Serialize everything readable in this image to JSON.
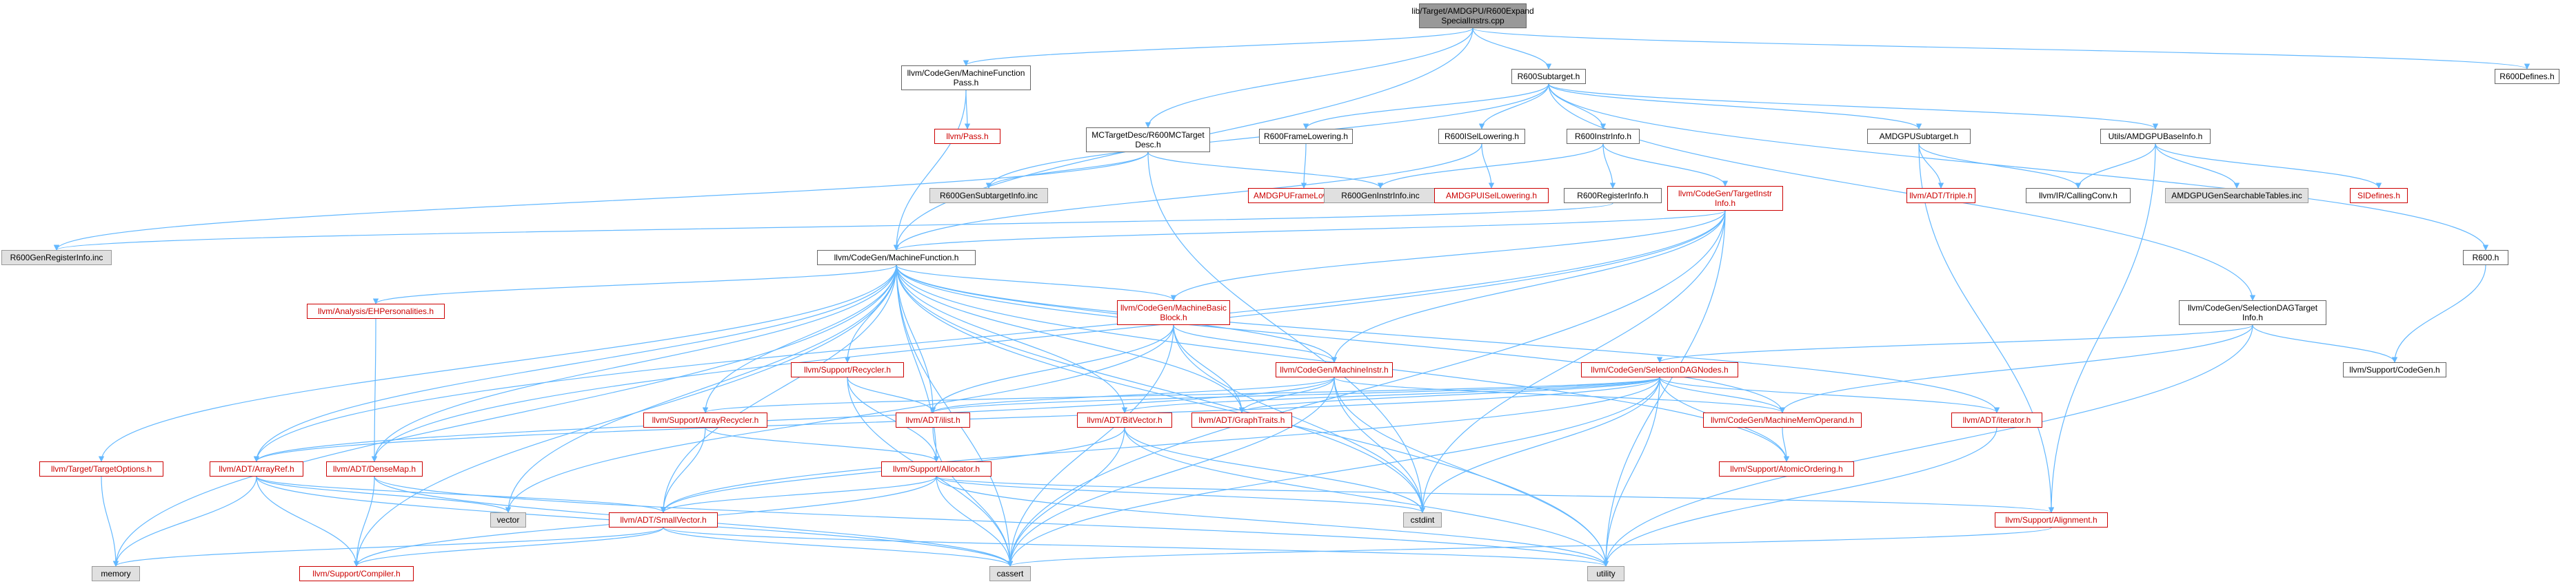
{
  "nodes": [
    {
      "id": "root",
      "label": "lib/Target/AMDGPU/R600Expand\nSpecialInstrs.cpp",
      "kind": "root"
    },
    {
      "id": "mfpass",
      "label": "llvm/CodeGen/MachineFunction\nPass.h",
      "kind": "normal"
    },
    {
      "id": "mctarget",
      "label": "MCTargetDesc/R600MCTarget\nDesc.h",
      "kind": "normal"
    },
    {
      "id": "subtarget",
      "label": "R600Subtarget.h",
      "kind": "normal"
    },
    {
      "id": "defines",
      "label": "R600Defines.h",
      "kind": "normal"
    },
    {
      "id": "pass",
      "label": "llvm/Pass.h",
      "kind": "red"
    },
    {
      "id": "framelow",
      "label": "R600FrameLowering.h",
      "kind": "normal"
    },
    {
      "id": "isellow",
      "label": "R600ISelLowering.h",
      "kind": "normal"
    },
    {
      "id": "instrinfo",
      "label": "R600InstrInfo.h",
      "kind": "normal"
    },
    {
      "id": "amdgpusub",
      "label": "AMDGPUSubtarget.h",
      "kind": "normal"
    },
    {
      "id": "baseinfo",
      "label": "Utils/AMDGPUBaseInfo.h",
      "kind": "normal"
    },
    {
      "id": "gensub",
      "label": "R600GenSubtargetInfo.inc",
      "kind": "gray"
    },
    {
      "id": "amdgpuframe",
      "label": "AMDGPUFrameLowering.h",
      "kind": "red"
    },
    {
      "id": "geninstr",
      "label": "R600GenInstrInfo.inc",
      "kind": "gray"
    },
    {
      "id": "amdgpuisel",
      "label": "AMDGPUISelLowering.h",
      "kind": "red"
    },
    {
      "id": "reginfo",
      "label": "R600RegisterInfo.h",
      "kind": "normal"
    },
    {
      "id": "targetinstr",
      "label": "llvm/CodeGen/TargetInstr\nInfo.h",
      "kind": "red"
    },
    {
      "id": "triple",
      "label": "llvm/ADT/Triple.h",
      "kind": "red"
    },
    {
      "id": "callingconv",
      "label": "llvm/IR/CallingConv.h",
      "kind": "normal"
    },
    {
      "id": "searchable",
      "label": "AMDGPUGenSearchableTables.inc",
      "kind": "gray"
    },
    {
      "id": "sidefines",
      "label": "SIDefines.h",
      "kind": "red"
    },
    {
      "id": "genreg",
      "label": "R600GenRegisterInfo.inc",
      "kind": "gray"
    },
    {
      "id": "mf",
      "label": "llvm/CodeGen/MachineFunction.h",
      "kind": "normal"
    },
    {
      "id": "r600h",
      "label": "R600.h",
      "kind": "normal"
    },
    {
      "id": "ehpers",
      "label": "llvm/Analysis/EHPersonalities.h",
      "kind": "red"
    },
    {
      "id": "mbb",
      "label": "llvm/CodeGen/MachineBasic\nBlock.h",
      "kind": "red"
    },
    {
      "id": "seldag",
      "label": "llvm/CodeGen/SelectionDAGTarget\nInfo.h",
      "kind": "normal"
    },
    {
      "id": "recycler",
      "label": "llvm/Support/Recycler.h",
      "kind": "red"
    },
    {
      "id": "minstr",
      "label": "llvm/CodeGen/MachineInstr.h",
      "kind": "red"
    },
    {
      "id": "sdnodes",
      "label": "llvm/CodeGen/SelectionDAGNodes.h",
      "kind": "red"
    },
    {
      "id": "codegen",
      "label": "llvm/Support/CodeGen.h",
      "kind": "normal"
    },
    {
      "id": "arrrecycler",
      "label": "llvm/Support/ArrayRecycler.h",
      "kind": "red"
    },
    {
      "id": "ilist",
      "label": "llvm/ADT/ilist.h",
      "kind": "red"
    },
    {
      "id": "bitvector",
      "label": "llvm/ADT/BitVector.h",
      "kind": "red"
    },
    {
      "id": "graphtraits",
      "label": "llvm/ADT/GraphTraits.h",
      "kind": "red"
    },
    {
      "id": "mmo",
      "label": "llvm/CodeGen/MachineMemOperand.h",
      "kind": "red"
    },
    {
      "id": "iterator",
      "label": "llvm/ADT/iterator.h",
      "kind": "red"
    },
    {
      "id": "targetopts",
      "label": "llvm/Target/TargetOptions.h",
      "kind": "red"
    },
    {
      "id": "arrayref",
      "label": "llvm/ADT/ArrayRef.h",
      "kind": "red"
    },
    {
      "id": "densemap",
      "label": "llvm/ADT/DenseMap.h",
      "kind": "red"
    },
    {
      "id": "allocator",
      "label": "llvm/Support/Allocator.h",
      "kind": "red"
    },
    {
      "id": "atomic",
      "label": "llvm/Support/AtomicOrdering.h",
      "kind": "red"
    },
    {
      "id": "vector",
      "label": "vector",
      "kind": "gray"
    },
    {
      "id": "cstdint",
      "label": "cstdint",
      "kind": "gray"
    },
    {
      "id": "smallvec",
      "label": "llvm/ADT/SmallVector.h",
      "kind": "red"
    },
    {
      "id": "alignment",
      "label": "llvm/Support/Alignment.h",
      "kind": "red"
    },
    {
      "id": "memory",
      "label": "memory",
      "kind": "gray"
    },
    {
      "id": "compiler",
      "label": "llvm/Support/Compiler.h",
      "kind": "red"
    },
    {
      "id": "cassert",
      "label": "cassert",
      "kind": "gray"
    },
    {
      "id": "utility",
      "label": "utility",
      "kind": "gray"
    }
  ],
  "edges": [
    [
      "root",
      "mfpass"
    ],
    [
      "root",
      "mctarget"
    ],
    [
      "root",
      "subtarget"
    ],
    [
      "root",
      "defines"
    ],
    [
      "root",
      "mf"
    ],
    [
      "mfpass",
      "pass"
    ],
    [
      "mfpass",
      "mf"
    ],
    [
      "mctarget",
      "gensub"
    ],
    [
      "mctarget",
      "geninstr"
    ],
    [
      "mctarget",
      "genreg"
    ],
    [
      "mctarget",
      "cstdint"
    ],
    [
      "subtarget",
      "gensub"
    ],
    [
      "subtarget",
      "framelow"
    ],
    [
      "subtarget",
      "isellow"
    ],
    [
      "subtarget",
      "instrinfo"
    ],
    [
      "subtarget",
      "amdgpusub"
    ],
    [
      "subtarget",
      "baseinfo"
    ],
    [
      "subtarget",
      "r600h"
    ],
    [
      "subtarget",
      "seldag"
    ],
    [
      "framelow",
      "amdgpuframe"
    ],
    [
      "isellow",
      "amdgpuisel"
    ],
    [
      "isellow",
      "mf"
    ],
    [
      "instrinfo",
      "geninstr"
    ],
    [
      "instrinfo",
      "reginfo"
    ],
    [
      "instrinfo",
      "targetinstr"
    ],
    [
      "amdgpusub",
      "triple"
    ],
    [
      "amdgpusub",
      "callingconv"
    ],
    [
      "amdgpusub",
      "alignment"
    ],
    [
      "baseinfo",
      "callingconv"
    ],
    [
      "baseinfo",
      "searchable"
    ],
    [
      "baseinfo",
      "sidefines"
    ],
    [
      "baseinfo",
      "alignment"
    ],
    [
      "reginfo",
      "genreg"
    ],
    [
      "targetinstr",
      "mf"
    ],
    [
      "targetinstr",
      "mbb"
    ],
    [
      "targetinstr",
      "minstr"
    ],
    [
      "targetinstr",
      "arrayref"
    ],
    [
      "targetinstr",
      "densemap"
    ],
    [
      "targetinstr",
      "cstdint"
    ],
    [
      "targetinstr",
      "utility"
    ],
    [
      "targetinstr",
      "cassert"
    ],
    [
      "r600h",
      "codegen"
    ],
    [
      "seldag",
      "sdnodes"
    ],
    [
      "seldag",
      "codegen"
    ],
    [
      "seldag",
      "mmo"
    ],
    [
      "seldag",
      "utility"
    ],
    [
      "mf",
      "ehpers"
    ],
    [
      "mf",
      "mbb"
    ],
    [
      "mf",
      "recycler"
    ],
    [
      "mf",
      "minstr"
    ],
    [
      "mf",
      "arrrecycler"
    ],
    [
      "mf",
      "ilist"
    ],
    [
      "mf",
      "bitvector"
    ],
    [
      "mf",
      "graphtraits"
    ],
    [
      "mf",
      "mmo"
    ],
    [
      "mf",
      "iterator"
    ],
    [
      "mf",
      "targetopts"
    ],
    [
      "mf",
      "arrayref"
    ],
    [
      "mf",
      "densemap"
    ],
    [
      "mf",
      "allocator"
    ],
    [
      "mf",
      "atomic"
    ],
    [
      "mf",
      "vector"
    ],
    [
      "mf",
      "cstdint"
    ],
    [
      "mf",
      "smallvec"
    ],
    [
      "mf",
      "memory"
    ],
    [
      "mf",
      "compiler"
    ],
    [
      "mf",
      "cassert"
    ],
    [
      "mf",
      "utility"
    ],
    [
      "ehpers",
      "densemap"
    ],
    [
      "mbb",
      "ilist"
    ],
    [
      "mbb",
      "graphtraits"
    ],
    [
      "mbb",
      "minstr"
    ],
    [
      "mbb",
      "vector"
    ],
    [
      "mbb",
      "cstdint"
    ],
    [
      "mbb",
      "cassert"
    ],
    [
      "recycler",
      "ilist"
    ],
    [
      "recycler",
      "allocator"
    ],
    [
      "recycler",
      "cassert"
    ],
    [
      "minstr",
      "ilist"
    ],
    [
      "minstr",
      "mmo"
    ],
    [
      "minstr",
      "graphtraits"
    ],
    [
      "minstr",
      "arrayref"
    ],
    [
      "minstr",
      "cstdint"
    ],
    [
      "minstr",
      "utility"
    ],
    [
      "minstr",
      "cassert"
    ],
    [
      "sdnodes",
      "ilist"
    ],
    [
      "sdnodes",
      "bitvector"
    ],
    [
      "sdnodes",
      "graphtraits"
    ],
    [
      "sdnodes",
      "mmo"
    ],
    [
      "sdnodes",
      "iterator"
    ],
    [
      "sdnodes",
      "arrrecycler"
    ],
    [
      "sdnodes",
      "atomic"
    ],
    [
      "sdnodes",
      "arrayref"
    ],
    [
      "sdnodes",
      "cstdint"
    ],
    [
      "sdnodes",
      "utility"
    ],
    [
      "sdnodes",
      "cassert"
    ],
    [
      "sdnodes",
      "smallvec"
    ],
    [
      "arrrecycler",
      "allocator"
    ],
    [
      "arrrecycler",
      "smallvec"
    ],
    [
      "ilist",
      "cassert"
    ],
    [
      "bitvector",
      "cassert"
    ],
    [
      "bitvector",
      "cstdint"
    ],
    [
      "bitvector",
      "utility"
    ],
    [
      "bitvector",
      "smallvec"
    ],
    [
      "mmo",
      "atomic"
    ],
    [
      "iterator",
      "utility"
    ],
    [
      "targetopts",
      "memory"
    ],
    [
      "arrayref",
      "smallvec"
    ],
    [
      "arrayref",
      "compiler"
    ],
    [
      "arrayref",
      "cassert"
    ],
    [
      "arrayref",
      "vector"
    ],
    [
      "arrayref",
      "memory"
    ],
    [
      "densemap",
      "compiler"
    ],
    [
      "densemap",
      "cassert"
    ],
    [
      "densemap",
      "utility"
    ],
    [
      "allocator",
      "alignment"
    ],
    [
      "allocator",
      "compiler"
    ],
    [
      "allocator",
      "cassert"
    ],
    [
      "allocator",
      "cstdint"
    ],
    [
      "allocator",
      "utility"
    ],
    [
      "allocator",
      "smallvec"
    ],
    [
      "smallvec",
      "compiler"
    ],
    [
      "smallvec",
      "cassert"
    ],
    [
      "smallvec",
      "memory"
    ],
    [
      "smallvec",
      "utility"
    ],
    [
      "alignment",
      "cassert"
    ]
  ],
  "colors": {
    "edge": "#63b8ff",
    "normal_border": "#666666",
    "red": "#cc0000",
    "root_fill": "#999999",
    "gray_fill": "#e0e0e0"
  }
}
